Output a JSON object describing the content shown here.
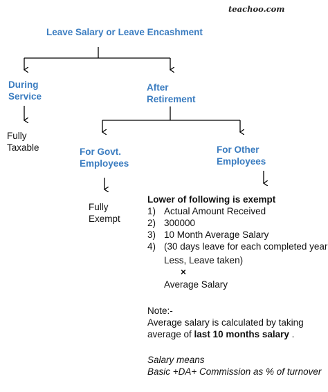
{
  "brand": "teachoo.com",
  "root": "Leave Salary or Leave Encashment",
  "during_service": {
    "line1": "During",
    "line2": "Service",
    "result1": "Fully",
    "result2": "Taxable"
  },
  "after_retirement": {
    "line1": "After",
    "line2": "Retirement"
  },
  "govt": {
    "line1": "For Govt.",
    "line2": "Employees",
    "result1": "Fully",
    "result2": "Exempt"
  },
  "other": {
    "line1": "For Other",
    "line2": "Employees"
  },
  "exempt_heading": "Lower of following is exempt",
  "items": [
    {
      "num": "1)",
      "text": "Actual Amount Received"
    },
    {
      "num": "2)",
      "text": "300000"
    },
    {
      "num": "3)",
      "text": "10 Month Average Salary"
    },
    {
      "num": "4)",
      "text": "(30 days leave for each  completed year"
    }
  ],
  "item4_line2": "Less, Leave taken)",
  "times_symbol": "×",
  "item4_line4": "Average Salary",
  "note_label": "Note:-",
  "note_line1": "Average salary is calculated by taking",
  "note_line2_prefix": "average of ",
  "note_line2_bold": "last 10 months salary",
  "note_line2_suffix": " .",
  "salary_means_label": "Salary means",
  "salary_means_formula": "Basic +DA+ Commission as % of turnover",
  "colors": {
    "heading_blue": "#3a7cc0",
    "text": "#111111",
    "lines": "#000000"
  }
}
